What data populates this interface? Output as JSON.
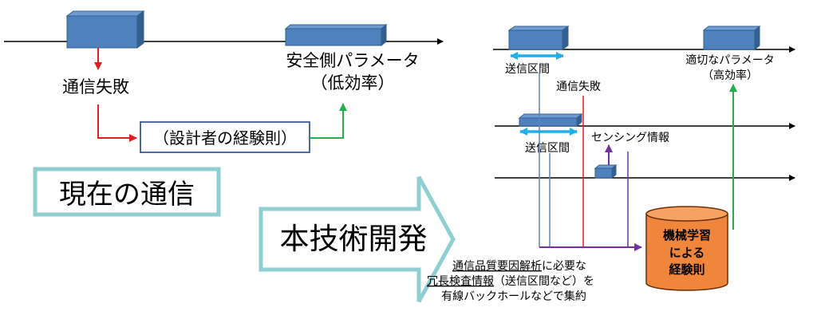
{
  "left": {
    "fail_label": "通信失敗",
    "safe_label_line1": "安全側パラメータ",
    "safe_label_line2": "（低効率）",
    "designer_box": "（設計者の経験則）",
    "current_title": "現在の通信"
  },
  "arrow": {
    "label": "本技術開発"
  },
  "right": {
    "tx_label_1": "送信区間",
    "fail_label": "通信失敗",
    "tx_label_2": "送信区間",
    "sensing_label": "センシング情報",
    "appropriate_line1": "適切なパラメータ",
    "appropriate_line2": "（高効率）",
    "ml_line1": "機械学習",
    "ml_line2": "による",
    "ml_line3": "経験則"
  },
  "bottom_note": {
    "line1_underlined": "通信品質要因解析",
    "line1_rest": "に必要な",
    "line2_underlined": "冗長検査情報",
    "line2_rest": "（送信区間など）を",
    "line3": "有線バックホールなどで集約"
  },
  "colors": {
    "block_fill": "#4f81bd",
    "block_top": "#6f9bd3",
    "block_side": "#34608f",
    "red": "#e02020",
    "green": "#22b04a",
    "purple": "#7030a0",
    "cyan": "#1faeea",
    "steelblue": "#5b84c4",
    "teal_border": "#8fcfd1",
    "orange": "#f0863c"
  }
}
